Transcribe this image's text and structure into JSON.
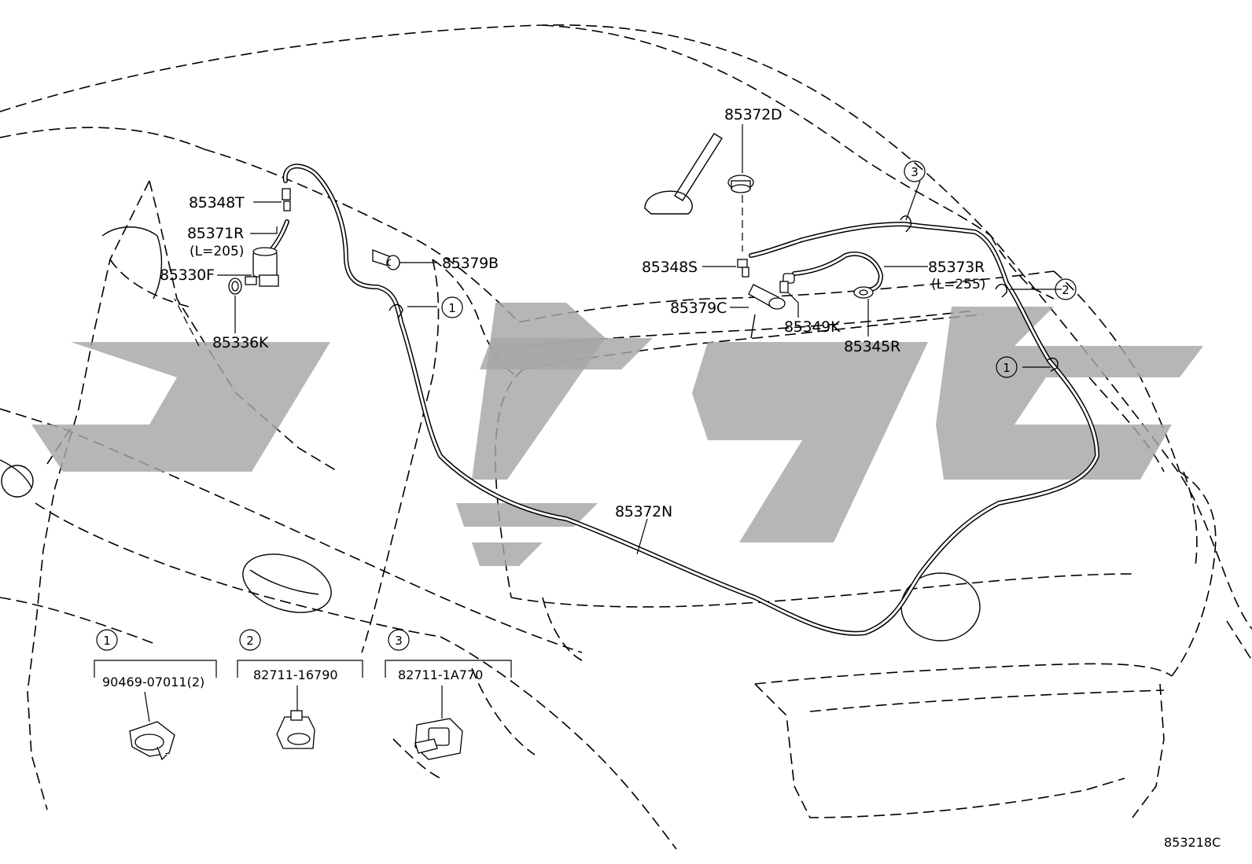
{
  "callouts": {
    "c85372D": "85372D",
    "c85348T": "85348T",
    "c85371R": "85371R",
    "c85371R_len": "(L=205)",
    "c85330F": "85330F",
    "c85336K": "85336K",
    "c85379B": "85379B",
    "c85348S": "85348S",
    "c85373R": "85373R",
    "c85373R_len": "(L=255)",
    "c85379C": "85379C",
    "c85349K": "85349K",
    "c85345R": "85345R",
    "c85372N": "85372N"
  },
  "clip_markers": {
    "one": "1",
    "two": "2",
    "three": "3"
  },
  "legend": [
    {
      "number": "1",
      "part_no": "90469-07011(2)"
    },
    {
      "number": "2",
      "part_no": "82711-16790"
    },
    {
      "number": "3",
      "part_no": "82711-1A770"
    }
  ],
  "figure_ref": "853218C",
  "colors": {
    "line": "#000000",
    "watermark": "#a6a6a6",
    "background": "#ffffff"
  }
}
